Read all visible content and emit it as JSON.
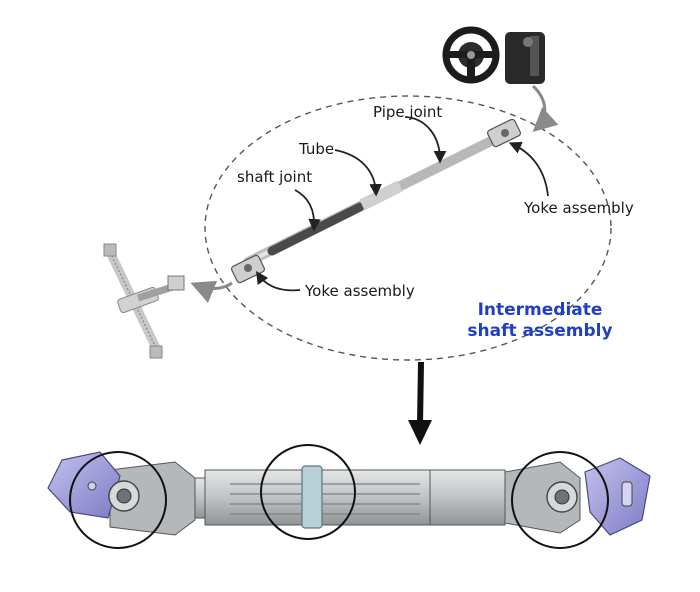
{
  "labels": {
    "pipe_joint": "Pipe joint",
    "tube": "Tube",
    "shaft_joint": "shaft joint",
    "yoke_upper": "Yoke assembly",
    "yoke_lower": "Yoke assembly",
    "assembly_line1": "Intermediate",
    "assembly_line2": "shaft assembly"
  },
  "colors": {
    "assembly_title": "#1f3fc4",
    "yoke_fill": "#9a98d8",
    "shaft_fill": "#c9ccce",
    "outline": "#3a3a3a",
    "ellipse_stroke": "#555555",
    "arrow_gray": "#8a8a8a"
  },
  "icons": [
    "steering-wheel-icon",
    "steering-rack-icon"
  ]
}
